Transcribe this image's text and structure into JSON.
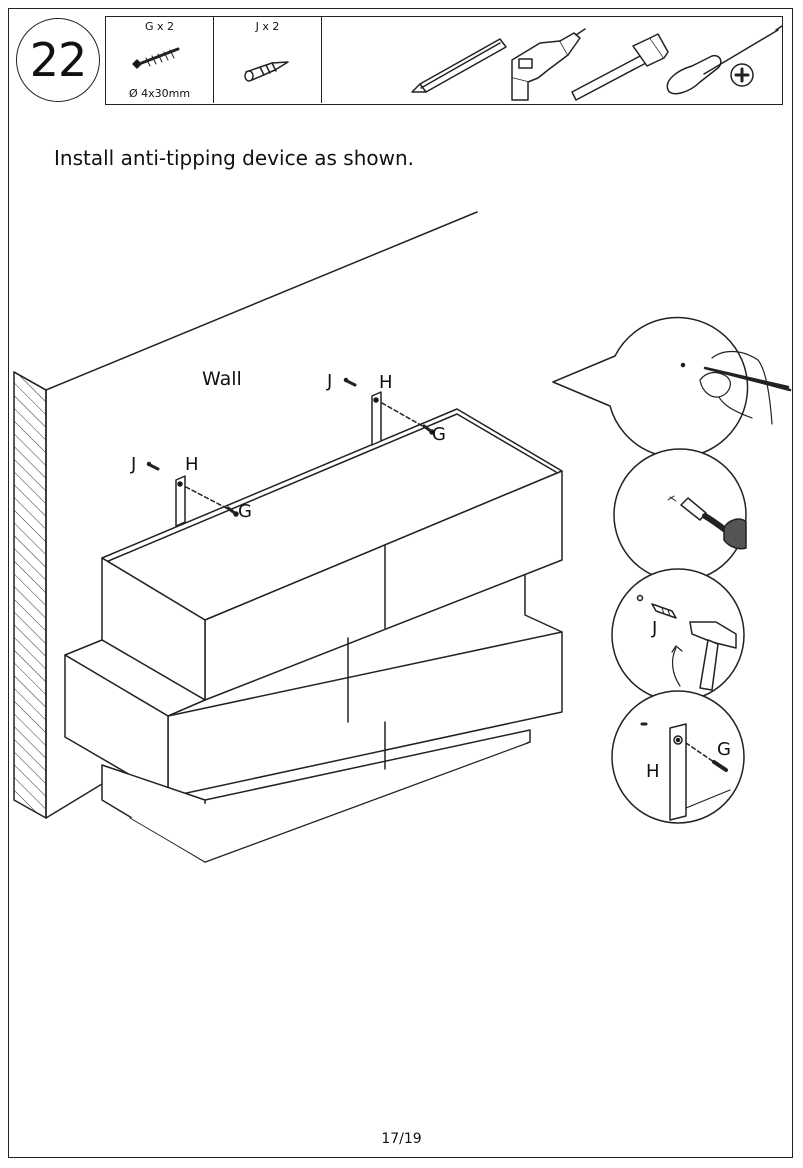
{
  "step": {
    "number": "22"
  },
  "parts": {
    "screw": {
      "qty": "G x 2",
      "spec": "Ø 4x30mm"
    },
    "plug": {
      "qty": "J x 2"
    }
  },
  "tools": [
    "pencil-icon",
    "drill-icon",
    "hammer-icon",
    "screwdriver-icon"
  ],
  "instruction": "Install anti-tipping device as shown.",
  "labels": {
    "wall": "Wall",
    "plug": "J",
    "strap": "H",
    "screw": "G"
  },
  "page_number": "17/19"
}
